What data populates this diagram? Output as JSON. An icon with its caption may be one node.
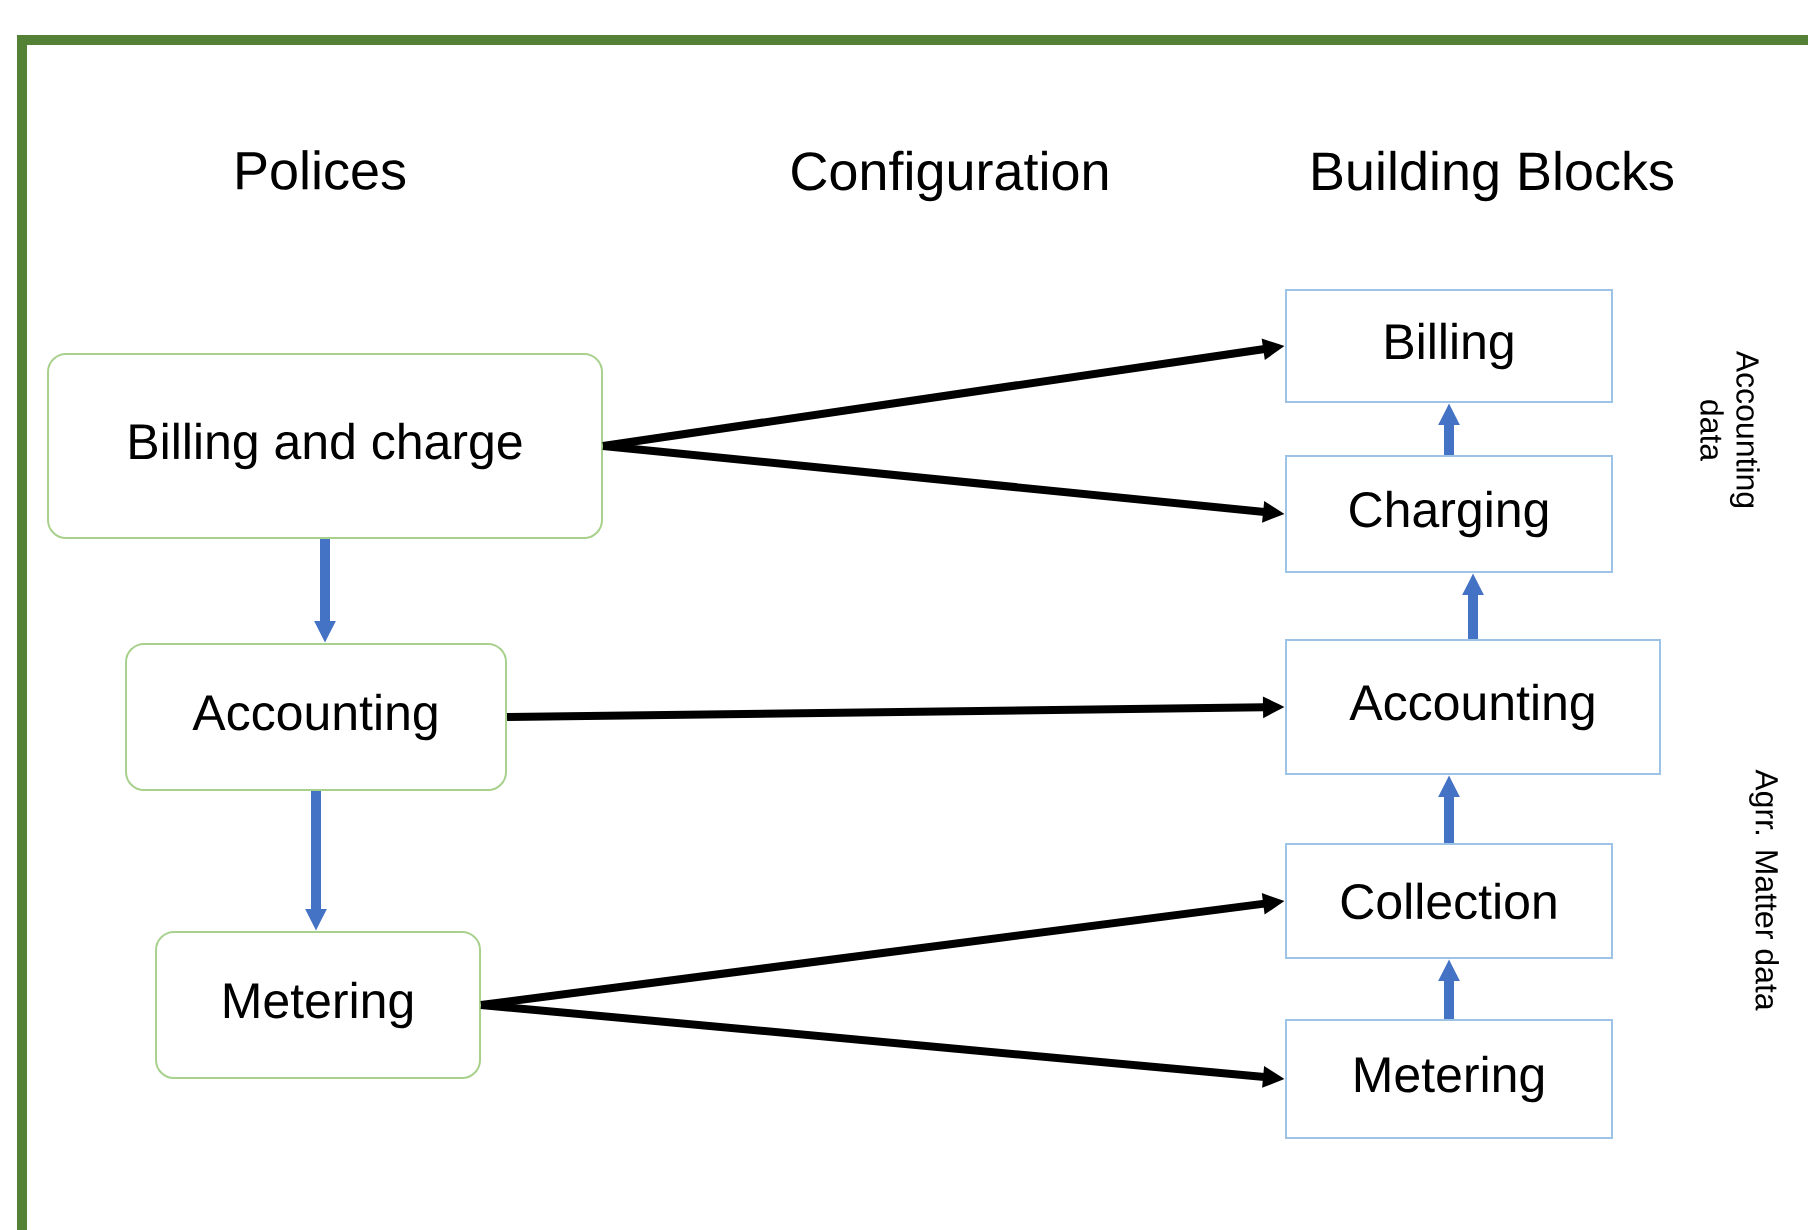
{
  "diagram": {
    "nodes": [
      {
        "text": [
          "Billing and charge"
        ]
      },
      {
        "text": [
          "Accounting"
        ]
      },
      {
        "text": [
          "Metering"
        ]
      },
      {
        "text": [
          "Billing"
        ]
      },
      {
        "text": [
          "Charging"
        ]
      },
      {
        "text": [
          "Accounting"
        ]
      },
      {
        "text": [
          "Collection"
        ]
      },
      {
        "text": [
          "Metering"
        ]
      }
    ],
    "edges": [
      {
        "from": 0,
        "to": 3,
        "arrow": "to",
        "color": "#000000"
      },
      {
        "from": 0,
        "to": 4,
        "arrow": "to",
        "color": "#000000"
      },
      {
        "from": 1,
        "to": 5,
        "arrow": "to",
        "color": "#000000"
      },
      {
        "from": 2,
        "to": 6,
        "arrow": "to",
        "color": "#000000"
      },
      {
        "from": 2,
        "to": 7,
        "arrow": "to",
        "color": "#000000"
      },
      {
        "from": 0,
        "to": 1,
        "arrow": "to"
      },
      {
        "from": 1,
        "to": 2,
        "arrow": "to"
      },
      {
        "from": 7,
        "to": 6,
        "arrow": "to"
      },
      {
        "from": 6,
        "to": 5,
        "arrow": "to"
      },
      {
        "from": 5,
        "to": 4,
        "arrow": "to"
      },
      {
        "from": 4,
        "to": 3,
        "arrow": "to"
      }
    ],
    "labels": [
      "Polices",
      "Configuration",
      "Building Blocks",
      "Accounting data",
      "Agrr. Matter data"
    ]
  }
}
